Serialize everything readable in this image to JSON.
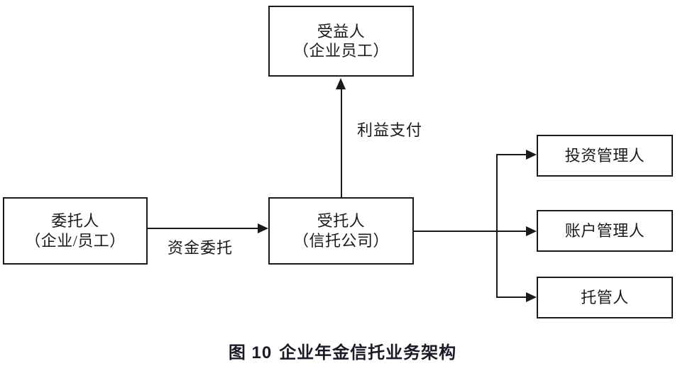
{
  "figure": {
    "caption_number": "图 10",
    "caption_title": "企业年金信托业务架构",
    "background_color": "#ffffff",
    "stroke_color": "#1a1a1a"
  },
  "nodes": {
    "beneficiary": {
      "line1": "受益人",
      "line2": "（企业员工）"
    },
    "settlor": {
      "line1": "委托人",
      "line2": "（企业/员工）"
    },
    "trustee": {
      "line1": "受托人",
      "line2": "（信托公司）"
    },
    "investment_manager": {
      "line1": "投资管理人",
      "line2": ""
    },
    "account_manager": {
      "line1": "账户管理人",
      "line2": ""
    },
    "custodian": {
      "line1": "托管人",
      "line2": ""
    }
  },
  "edges": {
    "fund_entrust": {
      "label": "资金委托",
      "from": "settlor",
      "to": "trustee"
    },
    "benefit_payout": {
      "label": "利益支付",
      "from": "trustee",
      "to": "beneficiary"
    },
    "to_investment_manager": {
      "label": "",
      "from": "trustee",
      "to": "investment_manager"
    },
    "to_account_manager": {
      "label": "",
      "from": "trustee",
      "to": "account_manager"
    },
    "to_custodian": {
      "label": "",
      "from": "trustee",
      "to": "custodian"
    }
  }
}
